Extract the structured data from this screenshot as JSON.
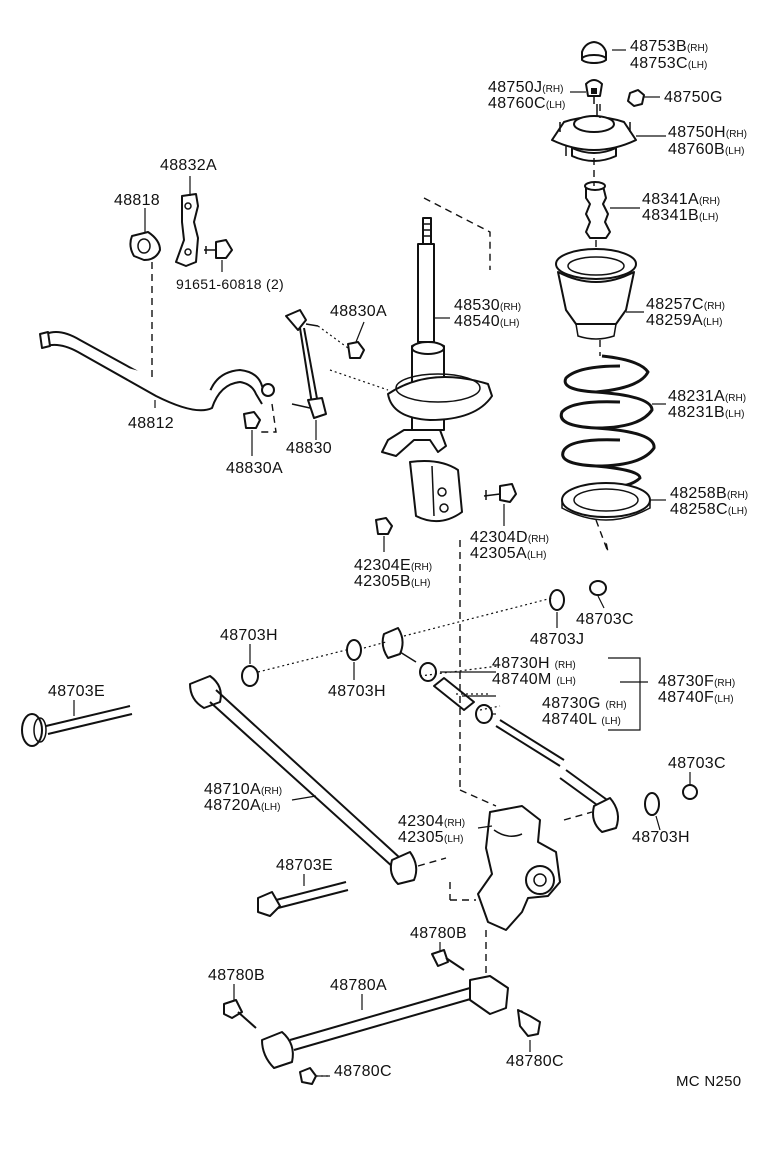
{
  "labels": {
    "p48753": {
      "a": "48753B",
      "a_sfx": "(RH)",
      "b": "48753C",
      "b_sfx": "(LH)"
    },
    "p48750j": {
      "a": "48750J",
      "a_sfx": "(RH)",
      "b": "48760C",
      "b_sfx": "(LH)"
    },
    "p48750g": "48750G",
    "p48750h": {
      "a": "48750H",
      "a_sfx": "(RH)",
      "b": "48760B",
      "b_sfx": "(LH)"
    },
    "p48341": {
      "a": "48341A",
      "a_sfx": "(RH)",
      "b": "48341B",
      "b_sfx": "(LH)"
    },
    "p48257": {
      "a": "48257C",
      "a_sfx": "(RH)",
      "b": "48259A",
      "b_sfx": "(LH)"
    },
    "p48231": {
      "a": "48231A",
      "a_sfx": "(RH)",
      "b": "48231B",
      "b_sfx": "(LH)"
    },
    "p48258": {
      "a": "48258B",
      "a_sfx": "(RH)",
      "b": "48258C",
      "b_sfx": "(LH)"
    },
    "p48530": {
      "a": "48530",
      "a_sfx": "(RH)",
      "b": "48540",
      "b_sfx": "(LH)"
    },
    "p48832a": "48832A",
    "p48818": "48818",
    "p91651": "91651-60818 (2)",
    "p48830a_top": "48830A",
    "p48812": "48812",
    "p48830": "48830",
    "p48830a_bot": "48830A",
    "p42304d": {
      "a": "42304D",
      "a_sfx": "(RH)",
      "b": "42305A",
      "b_sfx": "(LH)"
    },
    "p42304e": {
      "a": "42304E",
      "a_sfx": "(RH)",
      "b": "42305B",
      "b_sfx": "(LH)"
    },
    "p48703c_top": "48703C",
    "p48703j": "48703J",
    "p48703h_left": "48703H",
    "p48703h_mid": "48703H",
    "p48730h": {
      "a": "48730H",
      "a_sfx": "(RH)",
      "b": "48740M",
      "b_sfx": "(LH)"
    },
    "p48730f": {
      "a": "48730F",
      "a_sfx": "(RH)",
      "b": "48740F",
      "b_sfx": "(LH)"
    },
    "p48730g": {
      "a": "48730G",
      "a_sfx": "(RH)",
      "b": "48740L",
      "b_sfx": "(LH)"
    },
    "p48703e_left": "48703E",
    "p48710": {
      "a": "48710A",
      "a_sfx": "(RH)",
      "b": "48720A",
      "b_sfx": "(LH)"
    },
    "p48703c_right": "48703C",
    "p48703h_right": "48703H",
    "p42304": {
      "a": "42304",
      "a_sfx": "(RH)",
      "b": "42305",
      "b_sfx": "(LH)"
    },
    "p48703e_mid": "48703E",
    "p48780b_mid": "48780B",
    "p48780b_left": "48780B",
    "p48780a": "48780A",
    "p48780c_right": "48780C",
    "p48780c_bot": "48780C",
    "code": "MC N250"
  }
}
